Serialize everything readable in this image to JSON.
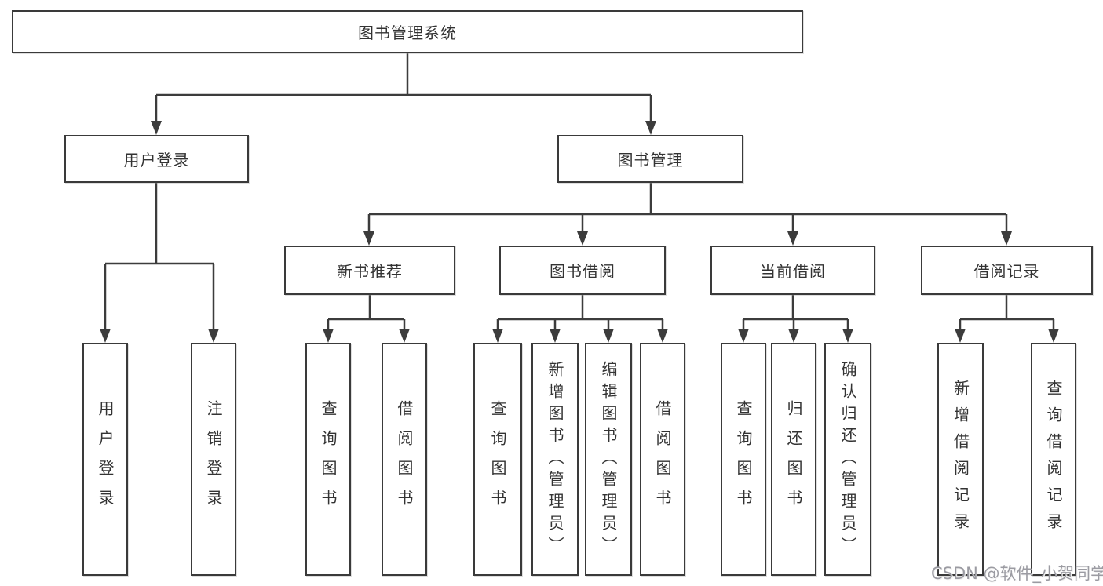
{
  "diagram": {
    "title": "图书管理系统",
    "watermark": "CSDN @软件_小贺同学",
    "colors": {
      "line": "#3c3c3c",
      "border": "#3a3a3a",
      "text": "#333333",
      "background": "#ffffff",
      "watermark": "#9b9ba2"
    },
    "nodes": {
      "root": "图书管理系统",
      "user_login": "用户登录",
      "book_mgmt": "图书管理",
      "new_book": "新书推荐",
      "book_borrow": "图书借阅",
      "current_borrow": "当前借阅",
      "borrow_record": "借阅记录",
      "ul_login": "用户登录",
      "ul_logout": "注销登录",
      "nb_query": "查询图书",
      "nb_borrow": "借阅图书",
      "bb_query": "查询图书",
      "bb_add": "新增图书（管理员）",
      "bb_edit": "编辑图书（管理员）",
      "bb_borrow": "借阅图书",
      "cb_query": "查询图书",
      "cb_return": "归还图书",
      "cb_confirm": "确认归还（管理员）",
      "br_add": "新增借阅记录",
      "br_query": "查询借阅记录"
    }
  }
}
